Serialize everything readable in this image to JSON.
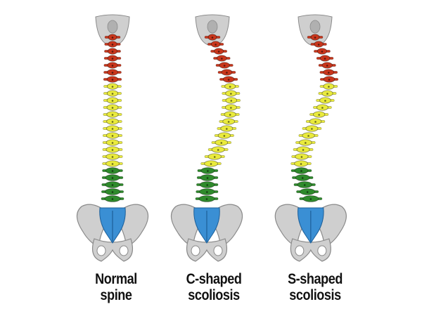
{
  "spines": [
    {
      "id": "normal",
      "label_lines": [
        "Normal",
        "spine"
      ]
    },
    {
      "id": "c-shaped",
      "label_lines": [
        "C-shaped",
        "scoliosis"
      ]
    },
    {
      "id": "s-shaped",
      "label_lines": [
        "S-shaped",
        "scoliosis"
      ]
    }
  ],
  "region_colors": {
    "cervical": "#c8361c",
    "thoracic": "#e9ea3d",
    "lumbar": "#2f8a2c",
    "sacrum": "#3a8fd4",
    "bone": "#cfcfcf",
    "outline": "#8a8a8a"
  },
  "vertebra_counts": {
    "cervical": 7,
    "thoracic": 12,
    "lumbar": 5
  }
}
